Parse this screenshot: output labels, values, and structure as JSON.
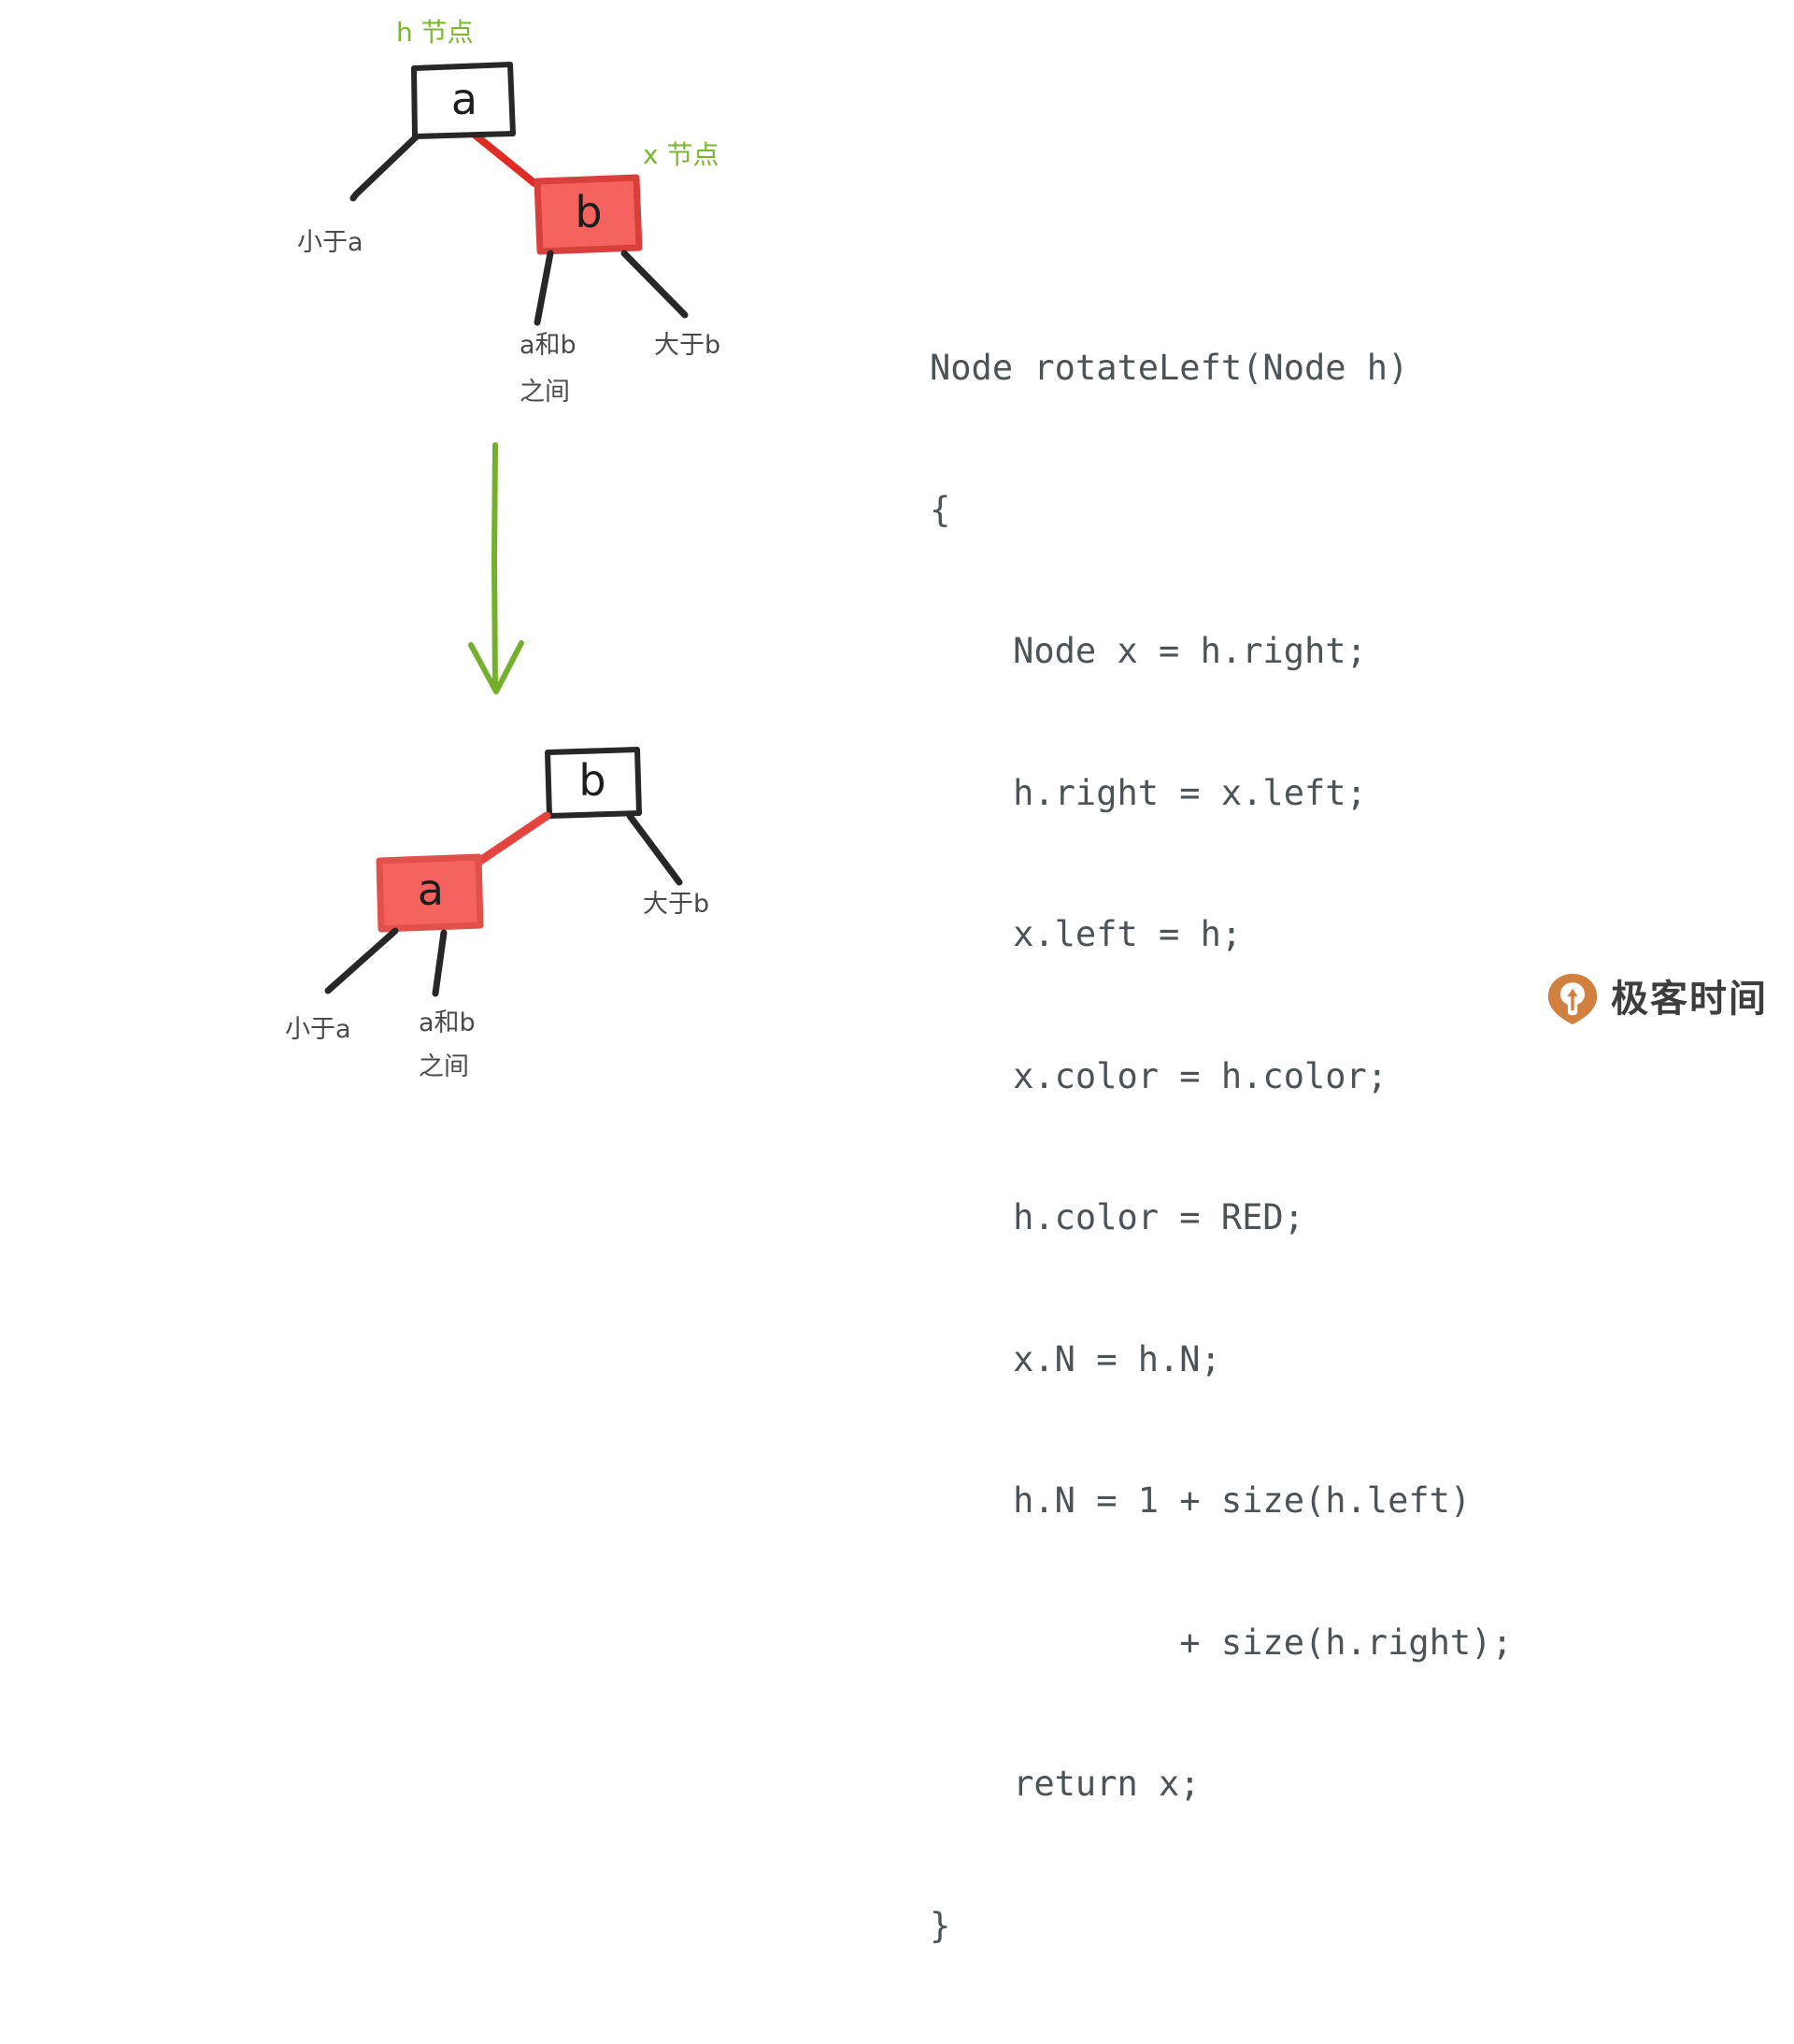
{
  "figure": {
    "title_text": "",
    "colors": {
      "red_fill": "#f4635e",
      "red_border": "#d8403c",
      "red_link": "#e02a26",
      "black_link": "#272727",
      "green_accent": "#7cb530",
      "code_text": "#4b5357",
      "brand_orange": "#d2803f"
    }
  },
  "top_tree": {
    "annotation_h": "h 节点",
    "annotation_x": "x 节点",
    "node_parent": "a",
    "node_child": "b",
    "label_left": "小于a",
    "label_middle_line1": "a和b",
    "label_middle_line2": "之间",
    "label_right": "大于b"
  },
  "arrow": {
    "direction": "down",
    "name": "transform-arrow"
  },
  "bottom_tree": {
    "node_parent": "b",
    "node_child": "a",
    "label_left": "小于a",
    "label_middle_line1": "a和b",
    "label_middle_line2": "之间",
    "label_right": "大于b"
  },
  "code": {
    "language": "java",
    "lines": [
      "Node rotateLeft(Node h)",
      "{",
      "    Node x = h.right;",
      "    h.right = x.left;",
      "    x.left = h;",
      "    x.color = h.color;",
      "    h.color = RED;",
      "    x.N = h.N;",
      "    h.N = 1 + size(h.left)",
      "            + size(h.right);",
      "    return x;",
      "}"
    ]
  },
  "brand": {
    "name": "极客时间",
    "mark": "geektime-pin-icon"
  }
}
